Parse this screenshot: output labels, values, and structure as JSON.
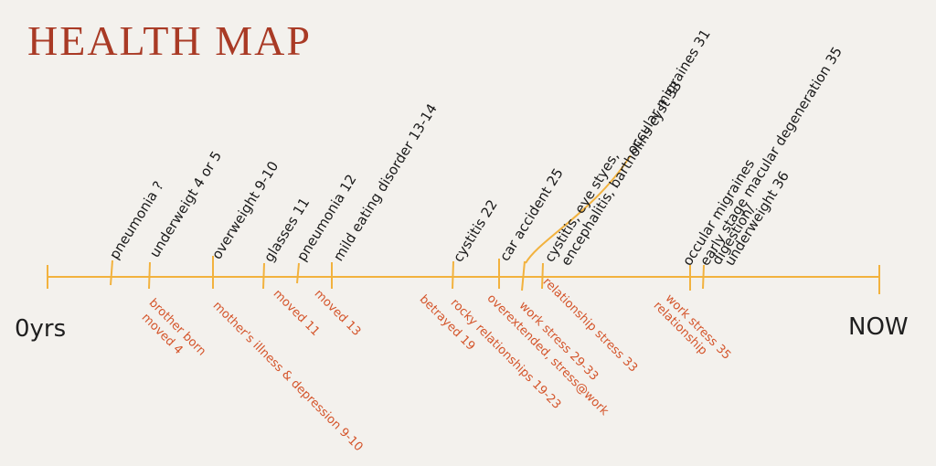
{
  "title": "HEALTH MAP",
  "axis": {
    "start": "0yrs",
    "end": "NOW"
  },
  "colors": {
    "line": "#f2b23e",
    "health": "#1a1a1a",
    "life": "#d4542a",
    "title": "#a93a25"
  },
  "health_events": [
    "pneumonia ?",
    "underweigt 4 or 5",
    "overweight 9-10",
    "glasses 11",
    "pneumonia 12",
    "mild eating disorder 13-14",
    "cystitis 22",
    "car accident 25",
    "occular migraines 31",
    "cystitis, eye styes,",
    "encephalitis, bartholins cyst 33",
    "occular migraines",
    "early stage macular degeneration 35",
    "digestion/",
    "underweight 36"
  ],
  "life_events": [
    "brother born",
    "moved 4",
    "mother's illness & depression 9-10",
    "moved 11",
    "moved 13",
    "rocky relationships 19-23",
    "betrayed 19",
    "overextended, stress@work",
    "work stress 29-33",
    "relationship stress 33",
    "work stress 35",
    "relationship"
  ]
}
